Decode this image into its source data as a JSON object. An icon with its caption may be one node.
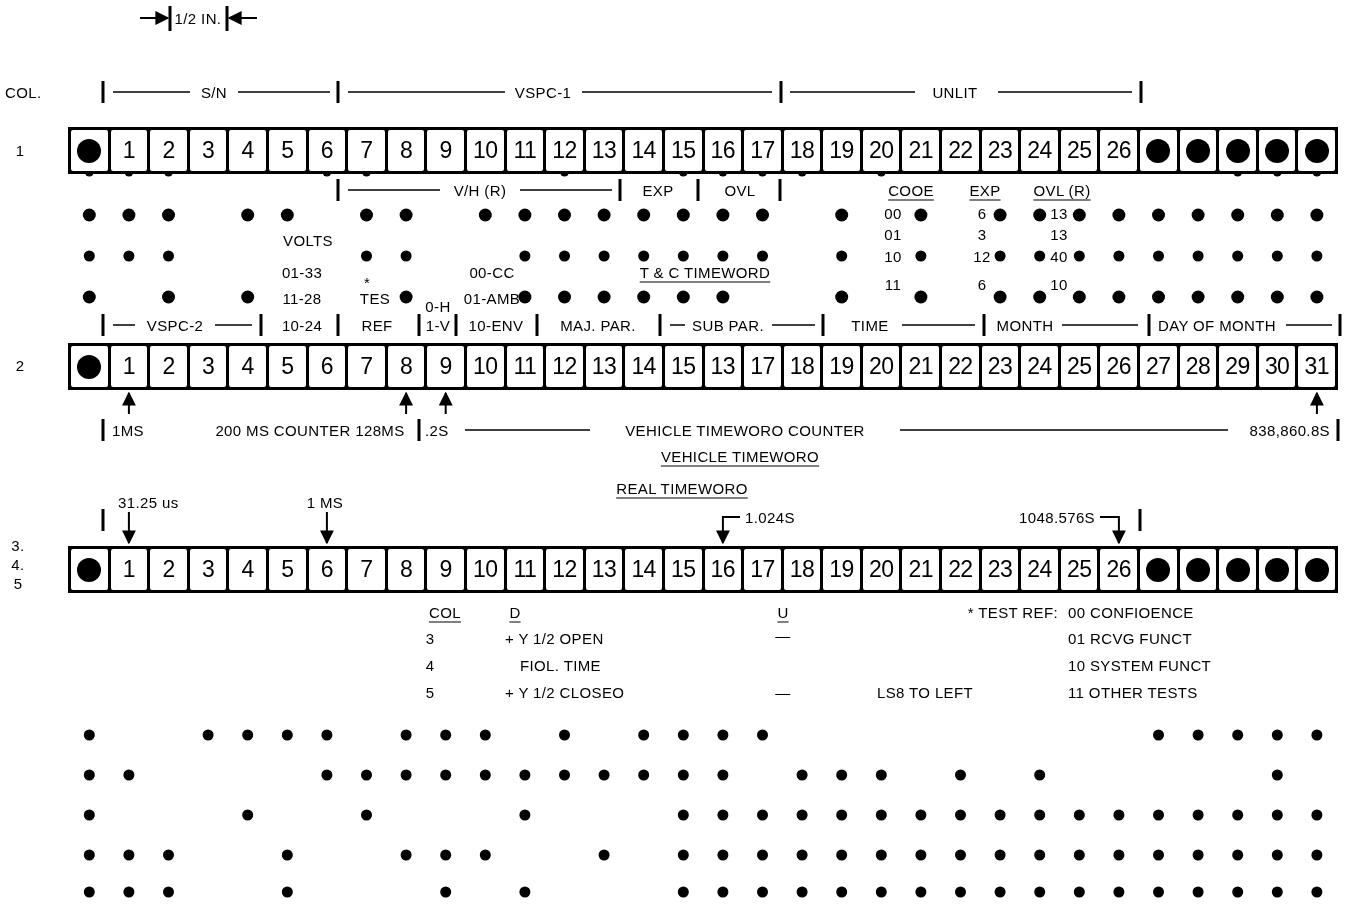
{
  "diagram": {
    "nodes": [
      {
        "text": [
          "1",
          "2",
          "3",
          "4",
          "5",
          "6",
          "7",
          "8",
          "9",
          "10",
          "11",
          "12",
          "13",
          "14",
          "15",
          "16",
          "17",
          "18",
          "19",
          "20",
          "21",
          "22",
          "23",
          "24",
          "25",
          "26"
        ]
      },
      {
        "text": [
          "1",
          "2",
          "3",
          "4",
          "5",
          "6",
          "7",
          "8",
          "9",
          "10",
          "11",
          "12",
          "13",
          "14",
          "15",
          "13",
          "17",
          "18",
          "19",
          "20",
          "21",
          "22",
          "23",
          "24",
          "25",
          "26",
          "27",
          "28",
          "29",
          "30",
          "31"
        ]
      },
      {
        "text": [
          "1",
          "2",
          "3",
          "4",
          "5",
          "6",
          "7",
          "8",
          "9",
          "10",
          "11",
          "12",
          "13",
          "14",
          "15",
          "16",
          "17",
          "18",
          "19",
          "20",
          "21",
          "22",
          "23",
          "24",
          "25",
          "26"
        ]
      }
    ],
    "labels": [
      "1/2 IN.",
      "COL.",
      "1",
      "S/N",
      "VSPC-1",
      "UNLIT",
      "V/H (R)",
      "EXP",
      "OVL",
      "COOE",
      "EXP",
      "OVL (R)",
      "00",
      "6",
      "13",
      "01",
      "3",
      "13",
      "10",
      "12",
      "40",
      "11",
      "6",
      "10",
      "VOLTS",
      "01-33",
      "11-28",
      "10-24",
      "*",
      "TES",
      "REF",
      "00-CC",
      "01-AMB",
      "10-ENV",
      "0-H",
      "1-V",
      "T & C TIMEWORD",
      "VSPC-2",
      "MAJ. PAR.",
      "SUB PAR.",
      "TIME",
      "MONTH",
      "DAY OF MONTH",
      "2",
      "1MS",
      "200 MS COUNTER 128MS",
      ".2S",
      "VEHICLE TIMEWORO COUNTER",
      "838,860.8S",
      "VEHICLE TIMEWORO",
      "REAL TIMEWORO",
      "31.25 us",
      "1 MS",
      "1.024S",
      "1048.576S",
      "3.",
      "4.",
      "5",
      "COL",
      "D",
      "U",
      "* TEST REF:",
      "00 CONFIOENCE",
      "3",
      "+ Y 1/2 OPEN",
      "—",
      "01 RCVG FUNCT",
      "4",
      "FIOL. TIME",
      "10 SYSTEM FUNCT",
      "5",
      "+ Y 1/2 CLOSEO",
      "—",
      "LS8 TO LEFT",
      "11 OTHER TESTS"
    ]
  }
}
